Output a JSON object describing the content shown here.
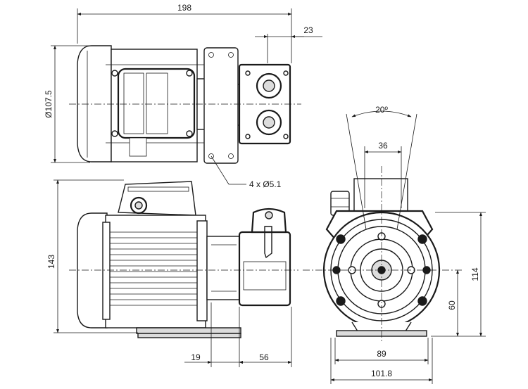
{
  "dimensions": {
    "top_overall_length": "198",
    "top_flange_offset": "23",
    "top_motor_diameter": "Ø107.5",
    "mounting_holes": "4 x Ø5.1",
    "side_height": "143",
    "side_dim_left": "19",
    "side_dim_right": "56",
    "front_angle": "20º",
    "front_port_width": "36",
    "front_height": "114",
    "front_shaft_height": "60",
    "front_foot_inner": "89",
    "front_foot_outer": "101.8"
  }
}
